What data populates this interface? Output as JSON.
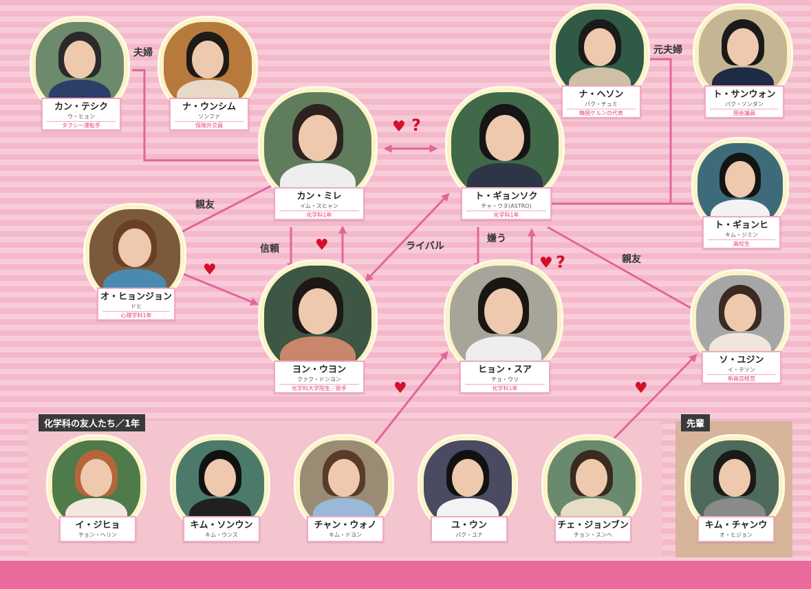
{
  "groups": {
    "friends_label": "化学科の友人たち／1年",
    "senior_label": "先輩"
  },
  "relations": {
    "couple": "夫婦",
    "ex_couple": "元夫婦",
    "best_friend_left": "親友",
    "trust": "信頼",
    "rival": "ライバル",
    "hate": "嫌う",
    "best_friend_right": "親友"
  },
  "characters": [
    {
      "key": "tesik",
      "name": "カン・テシク",
      "actor": "ウ・ヒョン",
      "role": "タクシー運転手",
      "bg": "#6e8a6c",
      "hair": "#2a2a2a",
      "clothes": "#2c3e6a"
    },
    {
      "key": "unsim",
      "name": "ナ・ウンシム",
      "actor": "ソンファ",
      "role": "保険外交員",
      "bg": "#b87a3c",
      "hair": "#1e1a18",
      "clothes": "#e8d8c8"
    },
    {
      "key": "mire",
      "name": "カン・ミレ",
      "actor": "イム・スヒャン",
      "role": "化学科1年",
      "bg": "#5f7d5d",
      "hair": "#2e2220",
      "clothes": "#eeeeee"
    },
    {
      "key": "kyongsok",
      "name": "ト・ギョンソク",
      "actor": "チャ・ウヌ(ASTRO)",
      "role": "化学科1年",
      "bg": "#40694a",
      "hair": "#151515",
      "clothes": "#2d3647"
    },
    {
      "key": "hyeson",
      "name": "ナ・ヘソン",
      "actor": "パク・チュミ",
      "role": "韓国ケルンの代表",
      "bg": "#2f5a46",
      "hair": "#1a1a1a",
      "clothes": "#cfbfa4"
    },
    {
      "key": "sanwon",
      "name": "ト・サンウォン",
      "actor": "パク・ソンダン",
      "role": "国会議員",
      "bg": "#c5b592",
      "hair": "#1a1a1a",
      "clothes": "#1f2a44"
    },
    {
      "key": "kyonghi",
      "name": "ト・ギョンヒ",
      "actor": "キム・ジミン",
      "role": "高校生",
      "bg": "#3d6b7a",
      "hair": "#141414",
      "clothes": "#f3f3f3"
    },
    {
      "key": "hyonjong",
      "name": "オ・ヒョンジョン",
      "actor": "ドヒ",
      "role": "心理学科1年",
      "bg": "#7a5a3a",
      "hair": "#6b3f25",
      "clothes": "#4a8ab0"
    },
    {
      "key": "uyon",
      "name": "ヨン・ウヨン",
      "actor": "クァク・ドンヨン",
      "role": "化学科大学院生／助手",
      "bg": "#3e5644",
      "hair": "#1d1815",
      "clothes": "#c8876a"
    },
    {
      "key": "sua",
      "name": "ヒョン・スア",
      "actor": "チョ・ウリ",
      "role": "化学科1年",
      "bg": "#a7a59a",
      "hair": "#1a1612",
      "clothes": "#eeeeee"
    },
    {
      "key": "yujin",
      "name": "ソ・ユジン",
      "actor": "イ・テソン",
      "role": "新商店経営",
      "bg": "#a6a6a6",
      "hair": "#3a2a22",
      "clothes": "#f0e6dc"
    },
    {
      "key": "jihyo",
      "name": "イ・ジヒョ",
      "actor": "チョン・ヘリン",
      "role": "",
      "bg": "#4f7a4a",
      "hair": "#b5653a",
      "clothes": "#f2e8e0"
    },
    {
      "key": "sonun",
      "name": "キム・ソンウン",
      "actor": "キム・ウンス",
      "role": "",
      "bg": "#4b7a6a",
      "hair": "#111111",
      "clothes": "#202020"
    },
    {
      "key": "chanuo",
      "name": "チャン・ウォノ",
      "actor": "キム・ドヨン",
      "role": "",
      "bg": "#9a8c74",
      "hair": "#5a3a28",
      "clothes": "#9bb8d8"
    },
    {
      "key": "yuun",
      "name": "ユ・ウン",
      "actor": "パク・ユナ",
      "role": "",
      "bg": "#4a4a62",
      "hair": "#111111",
      "clothes": "#f3f3f3"
    },
    {
      "key": "jongbun",
      "name": "チェ・ジョンブン",
      "actor": "チョン・スンへ",
      "role": "",
      "bg": "#6a8a6e",
      "hair": "#3a2a20",
      "clothes": "#e8dcc4"
    },
    {
      "key": "chanu",
      "name": "キム・チャンウ",
      "actor": "オ・ヒジョン",
      "role": "",
      "bg": "#4e6a5a",
      "hair": "#1a1a1a",
      "clothes": "#8a8a8a"
    }
  ],
  "colors": {
    "line": "#e0669a",
    "heart": "#d40f2a",
    "band": "#ea6a9c"
  },
  "icons": {
    "heart": "♥",
    "question": "?"
  }
}
